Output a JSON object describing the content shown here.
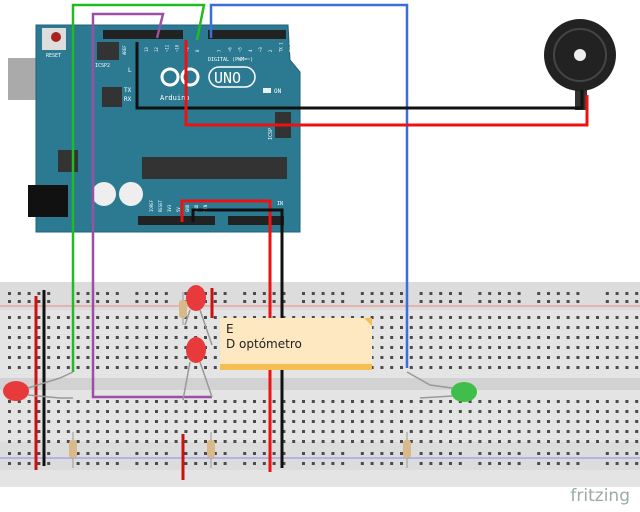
{
  "arduino": {
    "reset_label": "RESET",
    "icsp2_label": "ICSP2",
    "aref_label": "AREF",
    "digital_label": "DIGITAL (PWM=~)",
    "logo_uno": "UNO",
    "logo_text": "Arduino",
    "on_label": "ON",
    "tx_label": "TX",
    "rx_label": "RX",
    "l_label": "L",
    "icsp_label": "ICSP",
    "in_label": "IN",
    "pin_labels_top": [
      "13",
      "12",
      "~11",
      "~10",
      "~9",
      "8",
      "7",
      "~6",
      "~5",
      "4",
      "~3",
      "2",
      "TX 1",
      "RX 0"
    ],
    "pin_labels_power": [
      "IOREF",
      "RESET",
      "3V3",
      "5V",
      "GND",
      "GND",
      "VIN"
    ]
  },
  "note": {
    "line1": "E",
    "line2": "D  optómetro"
  },
  "brand": "fritzing",
  "colors": {
    "board": "#2b7a92",
    "wire_green": "#22bb22",
    "wire_purple": "#9b4fa6",
    "wire_blue": "#3a6fd8",
    "wire_red": "#ee1111",
    "wire_black": "#111111",
    "led_red": "#e83a3a",
    "led_green": "#3fbf4a",
    "breadboard": "#e6e6e6"
  }
}
